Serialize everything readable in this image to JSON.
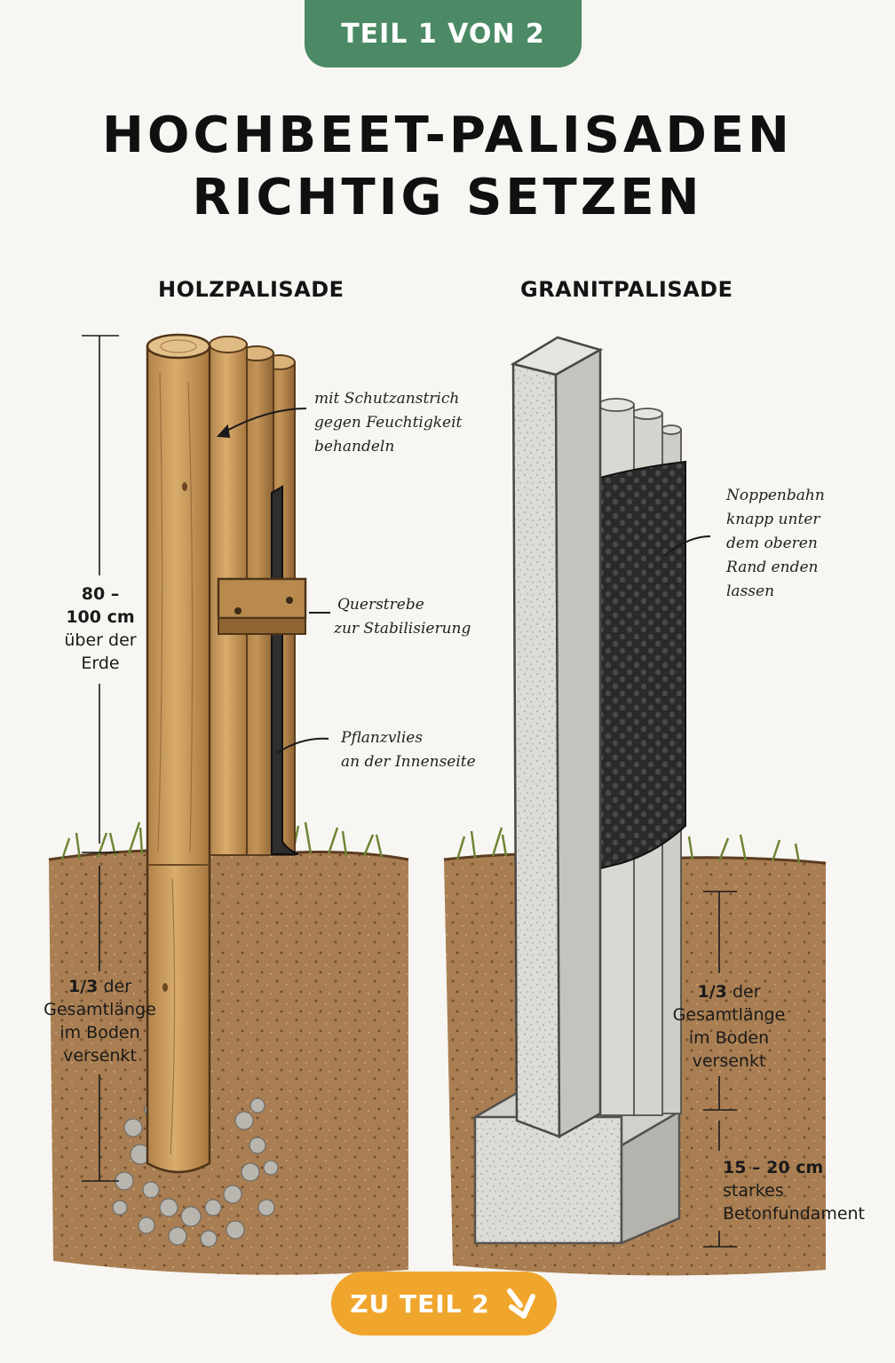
{
  "header": {
    "badge": "TEIL 1 VON 2",
    "title_line1": "HOCHBEET-PALISADEN",
    "title_line2": "RICHTIG SETZEN"
  },
  "columns": {
    "wood": {
      "heading": "HOLZPALISADE",
      "note_coating": [
        "mit Schutzanstrich",
        "gegen Feuchtigkeit",
        "behandeln"
      ],
      "note_brace": [
        "Querstrebe",
        "zur Stabilisierung"
      ],
      "note_fleece": [
        "Pflanzvlies",
        "an der Innenseite"
      ],
      "dim_above": {
        "value_1": "80 –",
        "value_2": "100 cm",
        "text_1": "über der",
        "text_2": "Erde"
      },
      "dim_below": {
        "value": "1/3",
        "text_1": "der",
        "text_2": "Gesamtlänge",
        "text_3": "im Boden",
        "text_4": "versenkt"
      }
    },
    "granite": {
      "heading": "GRANITPALISADE",
      "note_membrane": [
        "Noppenbahn",
        "knapp unter",
        "dem oberen",
        "Rand enden",
        "lassen"
      ],
      "dim_below": {
        "value": "1/3",
        "text_1": "der",
        "text_2": "Gesamtlänge",
        "text_3": "im Boden",
        "text_4": "versenkt"
      },
      "dim_foundation": {
        "value": "15 – 20 cm",
        "text_1": "starkes",
        "text_2": "Betonfundament"
      }
    }
  },
  "footer": {
    "cta_label": "ZU TEIL 2",
    "cta_icon": "arrow-down-right-icon"
  },
  "colors": {
    "badge_green": "#4b8a64",
    "cta_orange": "#f0a62c",
    "wood": "#c89a5a",
    "soil": "#a67c52",
    "granite": "#d8d6d0",
    "membrane": "#2b2b2b",
    "grass": "#7c8f3c"
  }
}
